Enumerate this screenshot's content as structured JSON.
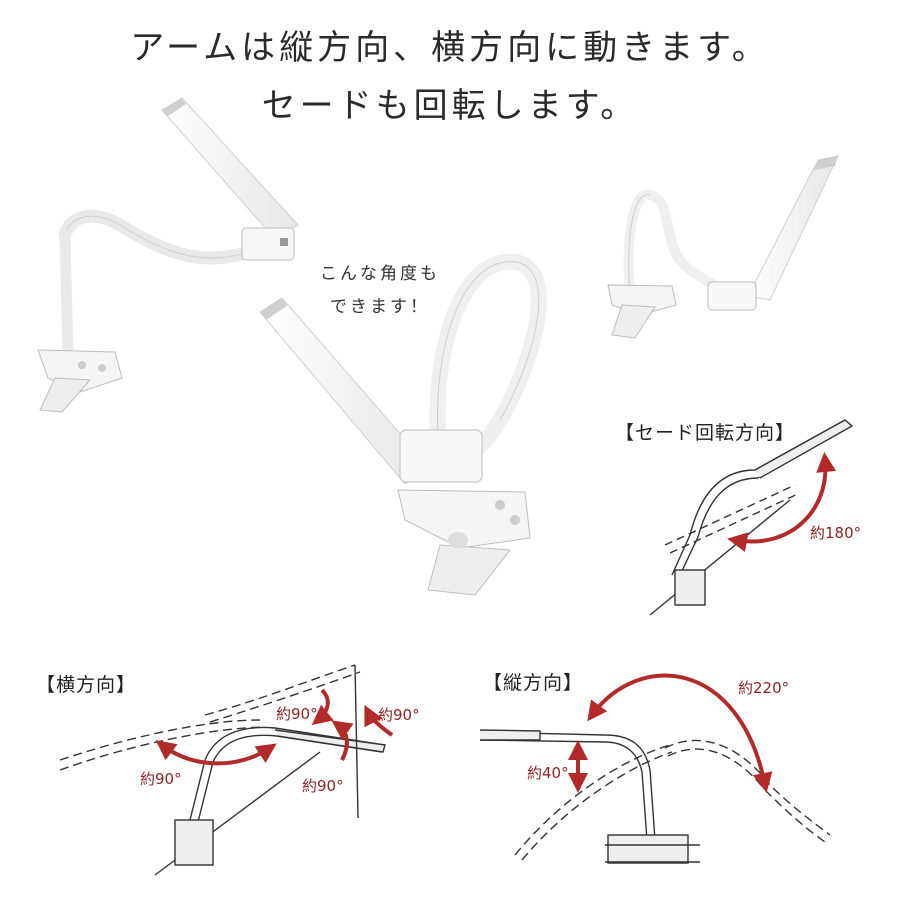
{
  "headline": {
    "line1": "アームは縦方向、横方向に動きます。",
    "line2": "セードも回転します。"
  },
  "note": {
    "line1": "こんな角度も",
    "line2": "できます！"
  },
  "sections": {
    "shade_rotation": {
      "label": "【セード回転方向】",
      "angle": "約180°"
    },
    "horizontal": {
      "label": "【横方向】",
      "angles": [
        "約90°",
        "約90°",
        "約90°",
        "約90°"
      ]
    },
    "vertical": {
      "label": "【縦方向】",
      "angles": [
        "約220°",
        "約40°"
      ]
    }
  },
  "colors": {
    "arrow": "#b22a2a",
    "product_white": "#f4f4f4",
    "product_edge": "#cfcfcf",
    "line": "#333333"
  }
}
